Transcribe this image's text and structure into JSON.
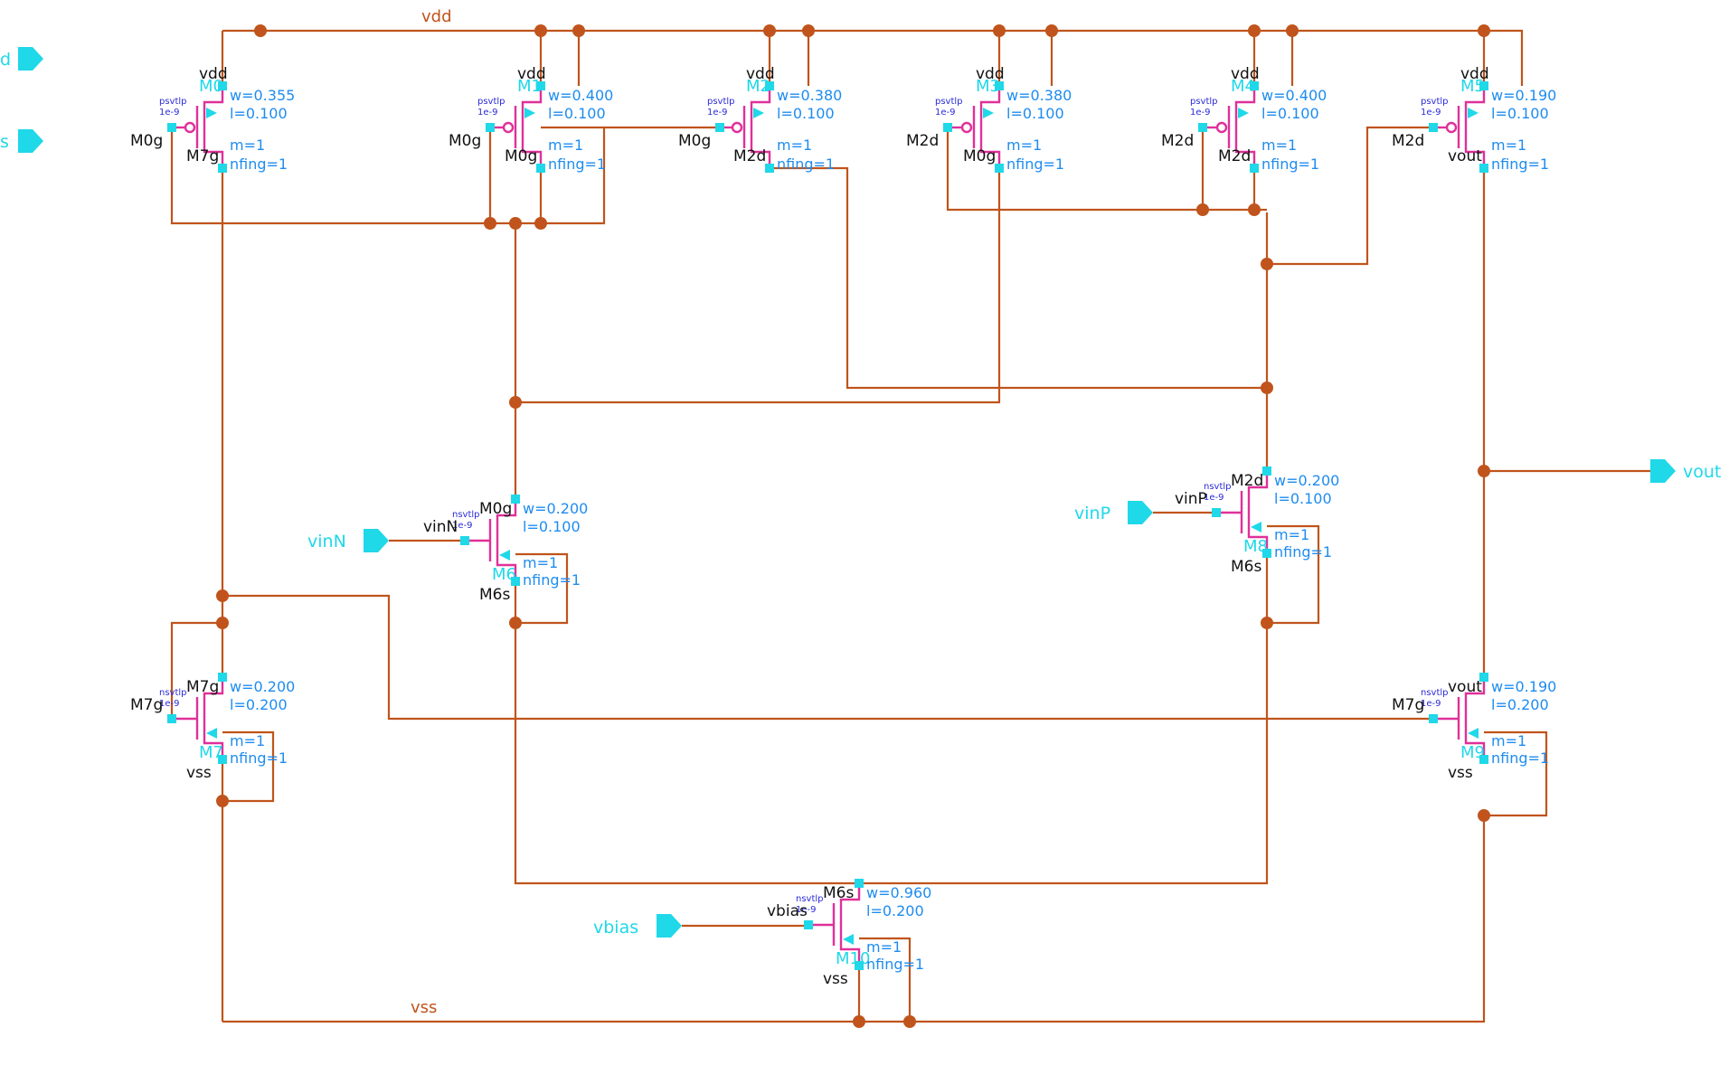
{
  "rails": {
    "top": "vdd",
    "bottom": "vss"
  },
  "colors": {
    "wire": "#c0541c",
    "device": "#e0309a",
    "terminal": "#1fd8e8",
    "param": "#1e8cf0",
    "model": "#2a2ad8",
    "background": "#ffffff"
  },
  "pins": {
    "left1": "d",
    "left2": "s",
    "vinN": "vinN",
    "vinP": "vinP",
    "vbias": "vbias",
    "vout": "vout"
  },
  "devices": {
    "M0": {
      "name": "M0",
      "model": [
        "psvtlp",
        "1e-9"
      ],
      "nets": {
        "s": "vdd",
        "g": "M0g",
        "d": "M7g"
      },
      "params": {
        "w": "w=0.355",
        "l": "l=0.100",
        "m": "m=1",
        "nf": "nfing=1"
      }
    },
    "M1": {
      "name": "M1",
      "model": [
        "psvtlp",
        "1e-9"
      ],
      "nets": {
        "s": "vdd",
        "g": "M0g",
        "d": "M0g"
      },
      "params": {
        "w": "w=0.400",
        "l": "l=0.100",
        "m": "m=1",
        "nf": "nfing=1"
      }
    },
    "M2": {
      "name": "M2",
      "model": [
        "psvtlp",
        "1e-9"
      ],
      "nets": {
        "s": "vdd",
        "g": "M0g",
        "d": "M2d"
      },
      "params": {
        "w": "w=0.380",
        "l": "l=0.100",
        "m": "m=1",
        "nf": "nfing=1"
      }
    },
    "M3": {
      "name": "M3",
      "model": [
        "psvtlp",
        "1e-9"
      ],
      "nets": {
        "s": "vdd",
        "g": "M2d",
        "d": "M0g"
      },
      "params": {
        "w": "w=0.380",
        "l": "l=0.100",
        "m": "m=1",
        "nf": "nfing=1"
      }
    },
    "M4": {
      "name": "M4",
      "model": [
        "psvtlp",
        "1e-9"
      ],
      "nets": {
        "s": "vdd",
        "g": "M2d",
        "d": "M2d"
      },
      "params": {
        "w": "w=0.400",
        "l": "l=0.100",
        "m": "m=1",
        "nf": "nfing=1"
      }
    },
    "M5": {
      "name": "M5",
      "model": [
        "psvtlp",
        "1e-9"
      ],
      "nets": {
        "s": "vdd",
        "g": "M2d",
        "d": "vout"
      },
      "params": {
        "w": "w=0.190",
        "l": "l=0.100",
        "m": "m=1",
        "nf": "nfing=1"
      }
    },
    "M6": {
      "name": "M6",
      "model": [
        "nsvtlp",
        "1e-9"
      ],
      "nets": {
        "d": "M0g",
        "g": "vinN",
        "s": "M6s"
      },
      "params": {
        "w": "w=0.200",
        "l": "l=0.100",
        "m": "m=1",
        "nf": "nfing=1"
      }
    },
    "M8": {
      "name": "M8",
      "model": [
        "nsvtlp",
        "1e-9"
      ],
      "nets": {
        "d": "M2d",
        "g": "vinP",
        "s": "M6s"
      },
      "params": {
        "w": "w=0.200",
        "l": "l=0.100",
        "m": "m=1",
        "nf": "nfing=1"
      }
    },
    "M7": {
      "name": "M7",
      "model": [
        "nsvtlp",
        "1e-9"
      ],
      "nets": {
        "d": "M7g",
        "g": "M7g",
        "s": "vss"
      },
      "params": {
        "w": "w=0.200",
        "l": "l=0.200",
        "m": "m=1",
        "nf": "nfing=1"
      }
    },
    "M9": {
      "name": "M9",
      "model": [
        "nsvtlp",
        "1e-9"
      ],
      "nets": {
        "d": "vout",
        "g": "M7g",
        "s": "vss"
      },
      "params": {
        "w": "w=0.190",
        "l": "l=0.200",
        "m": "m=1",
        "nf": "nfing=1"
      }
    },
    "M10": {
      "name": "M10",
      "model": [
        "nsvtlp",
        "1e-9"
      ],
      "nets": {
        "d": "M6s",
        "g": "vbias",
        "s": "vss"
      },
      "params": {
        "w": "w=0.960",
        "l": "l=0.200",
        "m": "m=1",
        "nf": "nfing=1"
      }
    }
  }
}
